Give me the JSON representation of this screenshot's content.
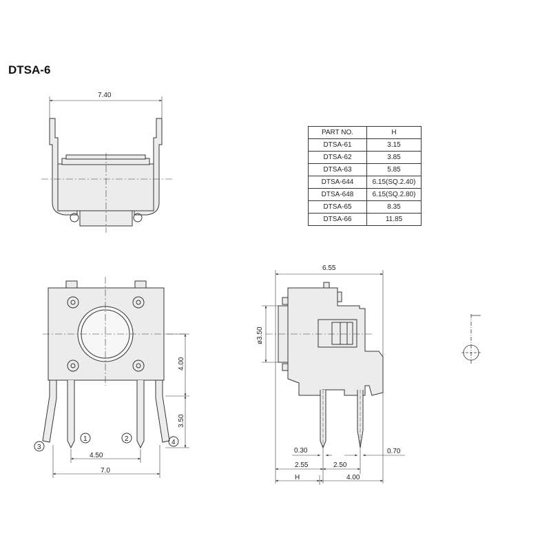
{
  "title": "DTSA-6",
  "table": {
    "headers": [
      "PART NO.",
      "H"
    ],
    "rows": [
      [
        "DTSA-61",
        "3.15"
      ],
      [
        "DTSA-62",
        "3.85"
      ],
      [
        "DTSA-63",
        "5.85"
      ],
      [
        "DTSA-644",
        "6.15(SQ.2.40)"
      ],
      [
        "DTSA-648",
        "6.15(SQ.2.80)"
      ],
      [
        "DTSA-65",
        "8.35"
      ],
      [
        "DTSA-66",
        "11.85"
      ]
    ]
  },
  "dimensions": {
    "top_width": "7.40",
    "front_pitch": "4.50",
    "front_width": "7.0",
    "front_height_upper": "4.00",
    "front_height_lower": "3.50",
    "side_width": "6.55",
    "side_diameter": "ø3.50",
    "side_pin_thickness": "0.30",
    "side_pin_offset": "2.55",
    "side_pin_pitch": "2.50",
    "side_pin_width": "0.70",
    "side_h": "H",
    "side_depth": "4.00"
  },
  "pins": [
    "1",
    "2",
    "3",
    "4"
  ],
  "colors": {
    "body_fill": "#ececec",
    "line": "#333333"
  }
}
